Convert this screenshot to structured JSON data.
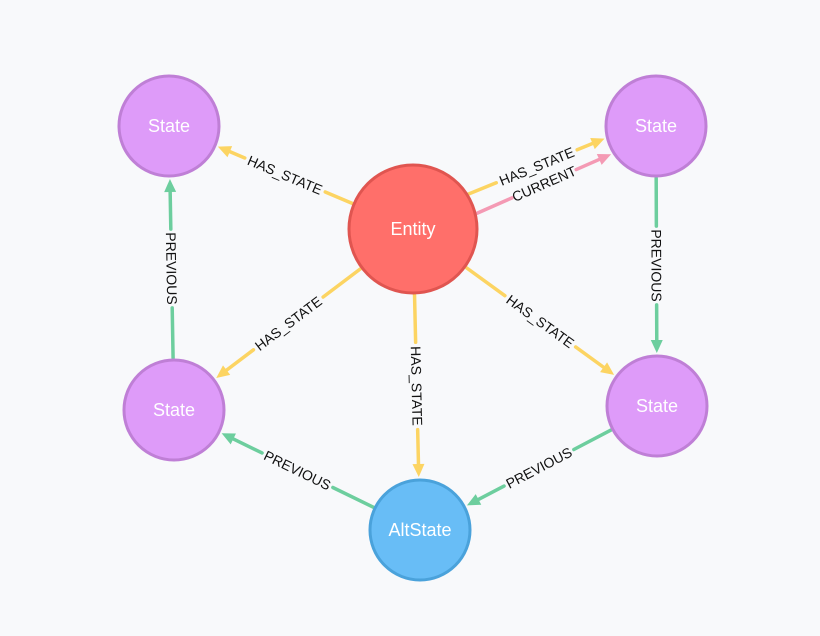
{
  "colors": {
    "state_fill": "#de9bf9",
    "state_stroke": "#bf7fd6",
    "entity_fill": "#ff6f6a",
    "entity_stroke": "#e05550",
    "altstate_fill": "#68bdf6",
    "altstate_stroke": "#4aa2db",
    "has_state_edge": "#fcd462",
    "current_edge": "#f49ab4",
    "previous_edge": "#6dce9e"
  },
  "nodes": [
    {
      "id": "entity",
      "label": "Entity",
      "type": "entity"
    },
    {
      "id": "state_tl",
      "label": "State",
      "type": "state"
    },
    {
      "id": "state_tr",
      "label": "State",
      "type": "state"
    },
    {
      "id": "state_ml",
      "label": "State",
      "type": "state"
    },
    {
      "id": "state_mr",
      "label": "State",
      "type": "state"
    },
    {
      "id": "altstate",
      "label": "AltState",
      "type": "altstate"
    }
  ],
  "edges": [
    {
      "id": "e1",
      "from": "entity",
      "to": "state_tl",
      "label": "HAS_STATE",
      "type": "has_state"
    },
    {
      "id": "e2",
      "from": "entity",
      "to": "state_tr",
      "label": "HAS_STATE",
      "type": "has_state"
    },
    {
      "id": "e3",
      "from": "entity",
      "to": "state_tr",
      "label": "CURRENT",
      "type": "current"
    },
    {
      "id": "e4",
      "from": "entity",
      "to": "state_ml",
      "label": "HAS_STATE",
      "type": "has_state"
    },
    {
      "id": "e5",
      "from": "entity",
      "to": "altstate",
      "label": "HAS_STATE",
      "type": "has_state"
    },
    {
      "id": "e6",
      "from": "entity",
      "to": "state_mr",
      "label": "HAS_STATE",
      "type": "has_state"
    },
    {
      "id": "e7",
      "from": "state_ml",
      "to": "state_tl",
      "label": "PREVIOUS",
      "type": "previous"
    },
    {
      "id": "e8",
      "from": "state_tr",
      "to": "state_mr",
      "label": "PREVIOUS",
      "type": "previous"
    },
    {
      "id": "e9",
      "from": "state_mr",
      "to": "altstate",
      "label": "PREVIOUS",
      "type": "previous"
    },
    {
      "id": "e10",
      "from": "altstate",
      "to": "state_ml",
      "label": "PREVIOUS",
      "type": "previous"
    }
  ]
}
